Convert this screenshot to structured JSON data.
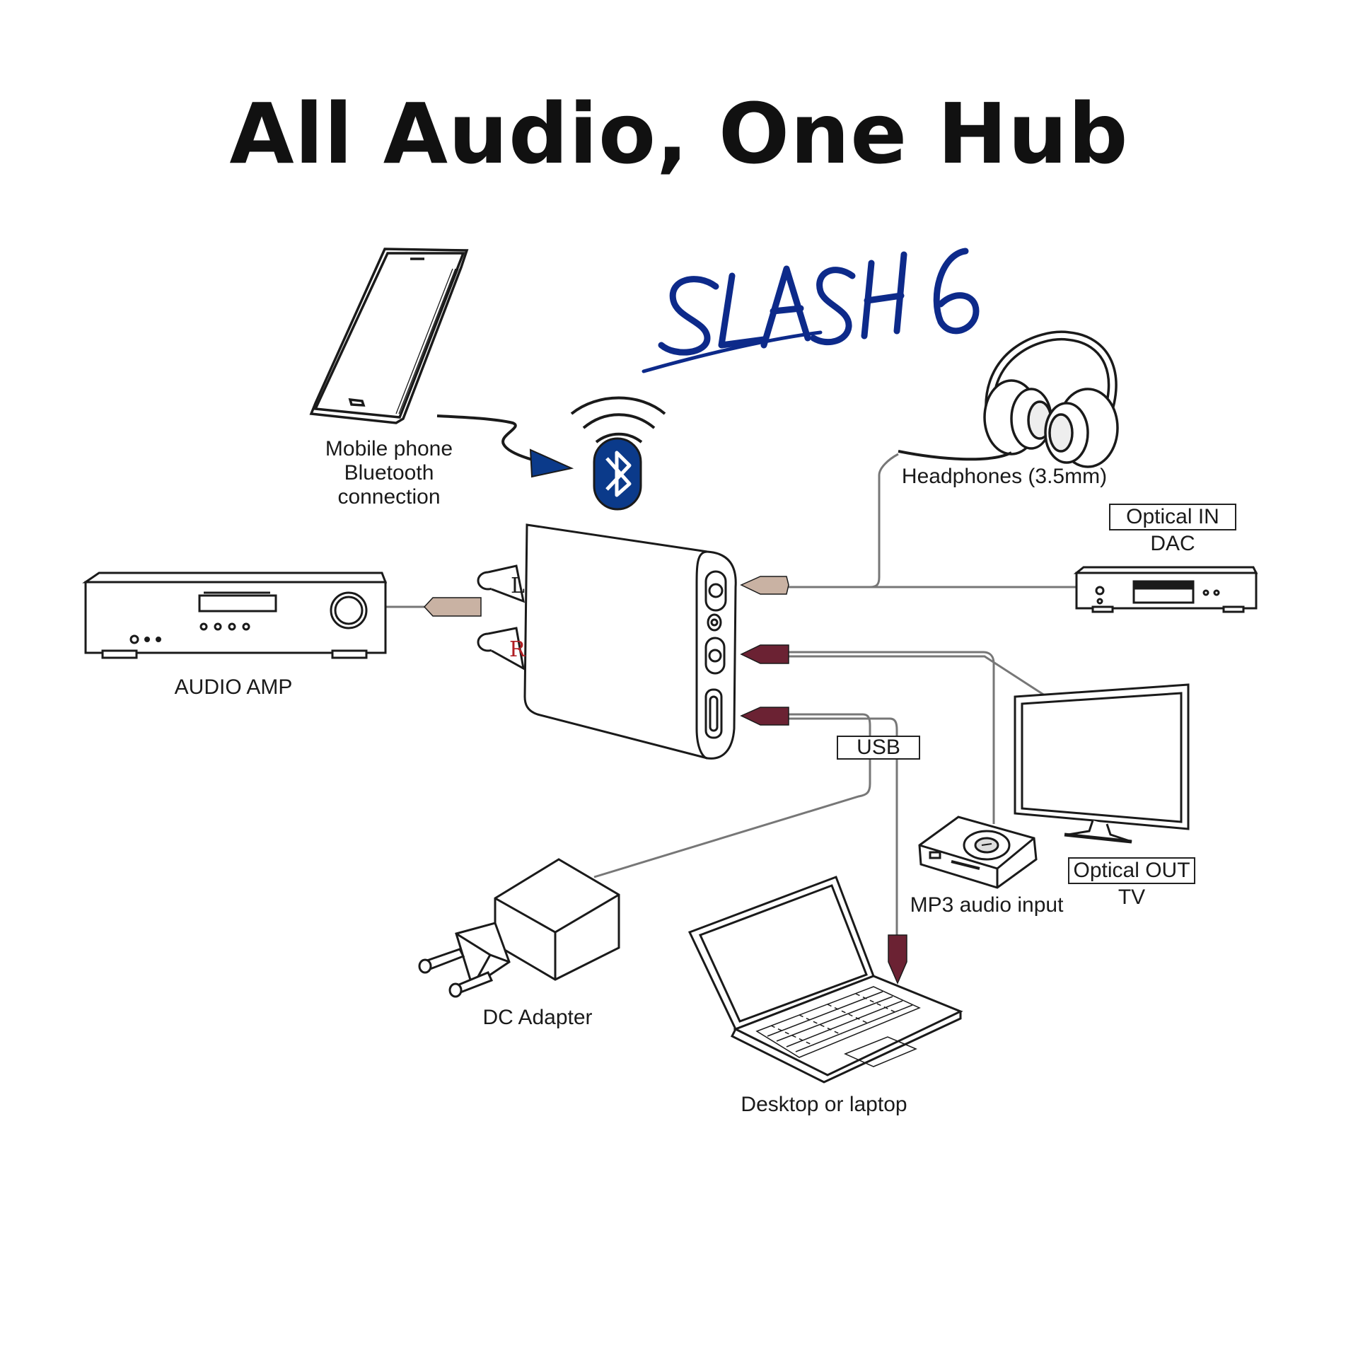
{
  "title": "All Audio, One Hub",
  "brand_logo": "SLASH6",
  "colors": {
    "line": "#1a1a1a",
    "cable": "#777777",
    "connector_beige": "#c9b2a3",
    "connector_maroon": "#6b2233",
    "bluetooth_blue": "#0b3a8a",
    "logo_blue": "#0d2a8a"
  },
  "hub": {
    "left_port": "L",
    "right_port": "R"
  },
  "labels": {
    "mobile_phone": [
      "Mobile phone",
      "Bluetooth",
      "connection"
    ],
    "headphones": "Headphones (3.5mm)",
    "optical_in_box": "Optical IN",
    "dac": "DAC",
    "audio_amp": "AUDIO AMP",
    "usb_box": "USB",
    "optical_out_box": "Optical OUT",
    "tv": "TV",
    "mp3": "MP3 audio input",
    "dc_adapter": "DC Adapter",
    "laptop": "Desktop or laptop"
  },
  "icons": [
    "smartphone-icon",
    "bluetooth-icon",
    "headphones-icon",
    "dac-icon",
    "amplifier-icon",
    "hub-device",
    "tv-icon",
    "mp3-player-icon",
    "dc-adapter-icon",
    "laptop-icon"
  ]
}
